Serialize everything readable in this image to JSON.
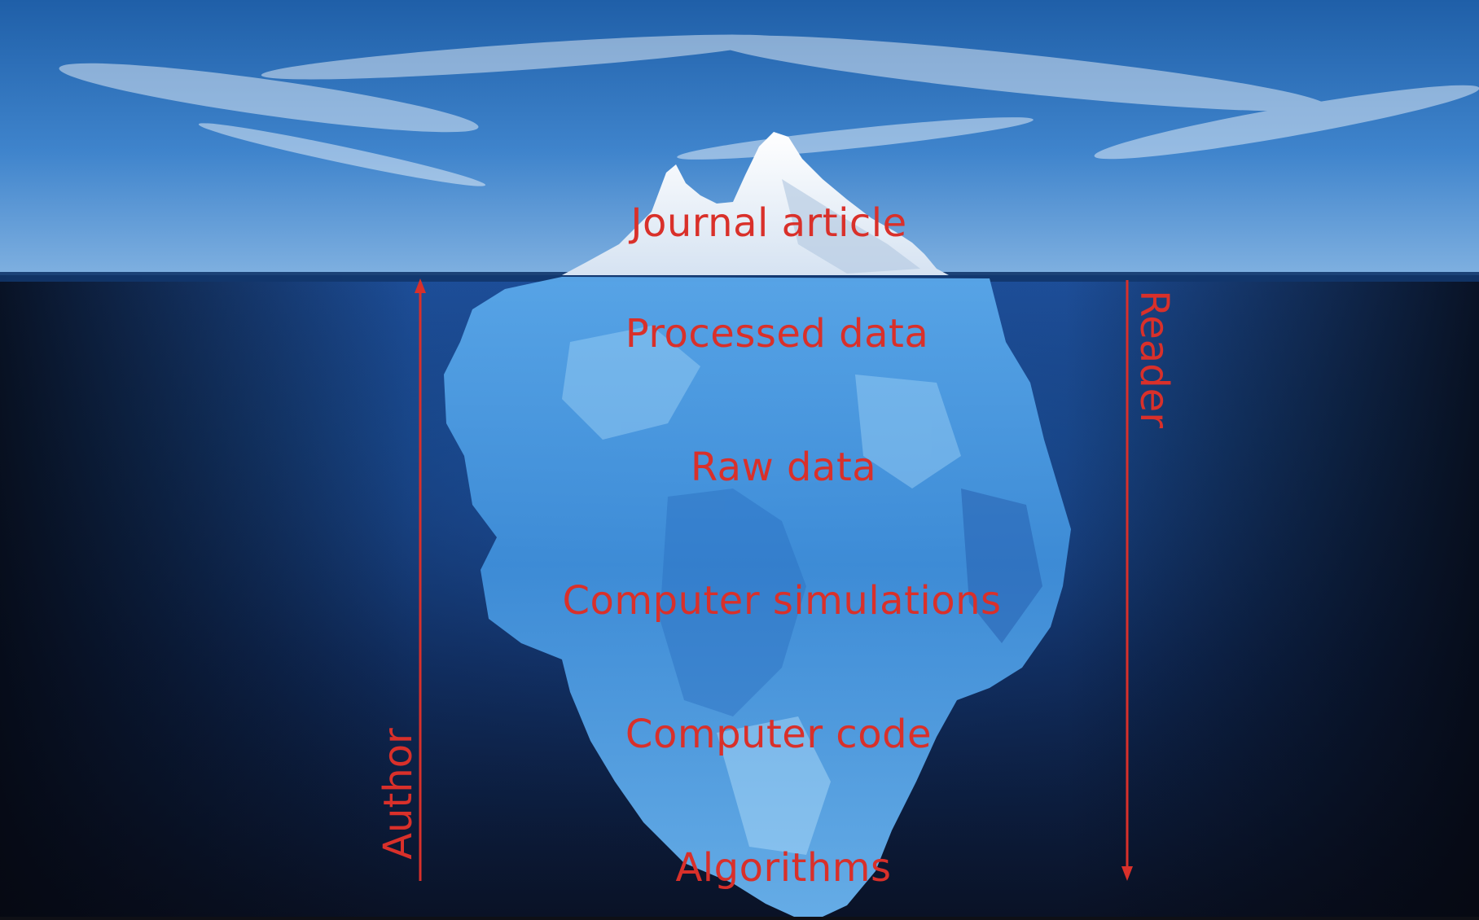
{
  "layers": [
    {
      "label": "Journal article"
    },
    {
      "label": "Processed data"
    },
    {
      "label": "Raw data"
    },
    {
      "label": "Computer simulations"
    },
    {
      "label": "Computer code"
    },
    {
      "label": "Algorithms"
    }
  ],
  "axes": {
    "author": {
      "label": "Author",
      "direction": "up"
    },
    "reader": {
      "label": "Reader",
      "direction": "down"
    }
  },
  "colors": {
    "annotation": "#d9302a",
    "sky_top": "#1f5fa8",
    "sky_horizon": "#7fb0e0",
    "sea_surface": "#1b4f9a",
    "deep_sea": "#0b1020",
    "ice_top": "#f4f7fb",
    "ice_underwater": "#4d9de0"
  },
  "background_image": "iceberg floating in ocean, small tip above the waterline, large mass below"
}
